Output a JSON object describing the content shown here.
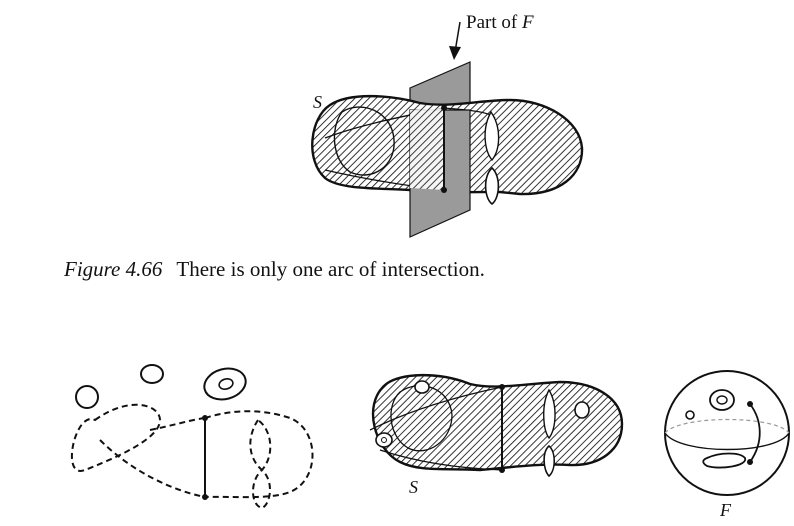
{
  "figure_top": {
    "pointer_label_prefix": "Part of ",
    "pointer_label_var": "F",
    "surface_label": "S"
  },
  "caption": {
    "number": "Figure 4.66",
    "text": "There is only one arc of intersection."
  },
  "figure_bottom": {
    "surface_label": "S",
    "sphere_label": "F"
  }
}
